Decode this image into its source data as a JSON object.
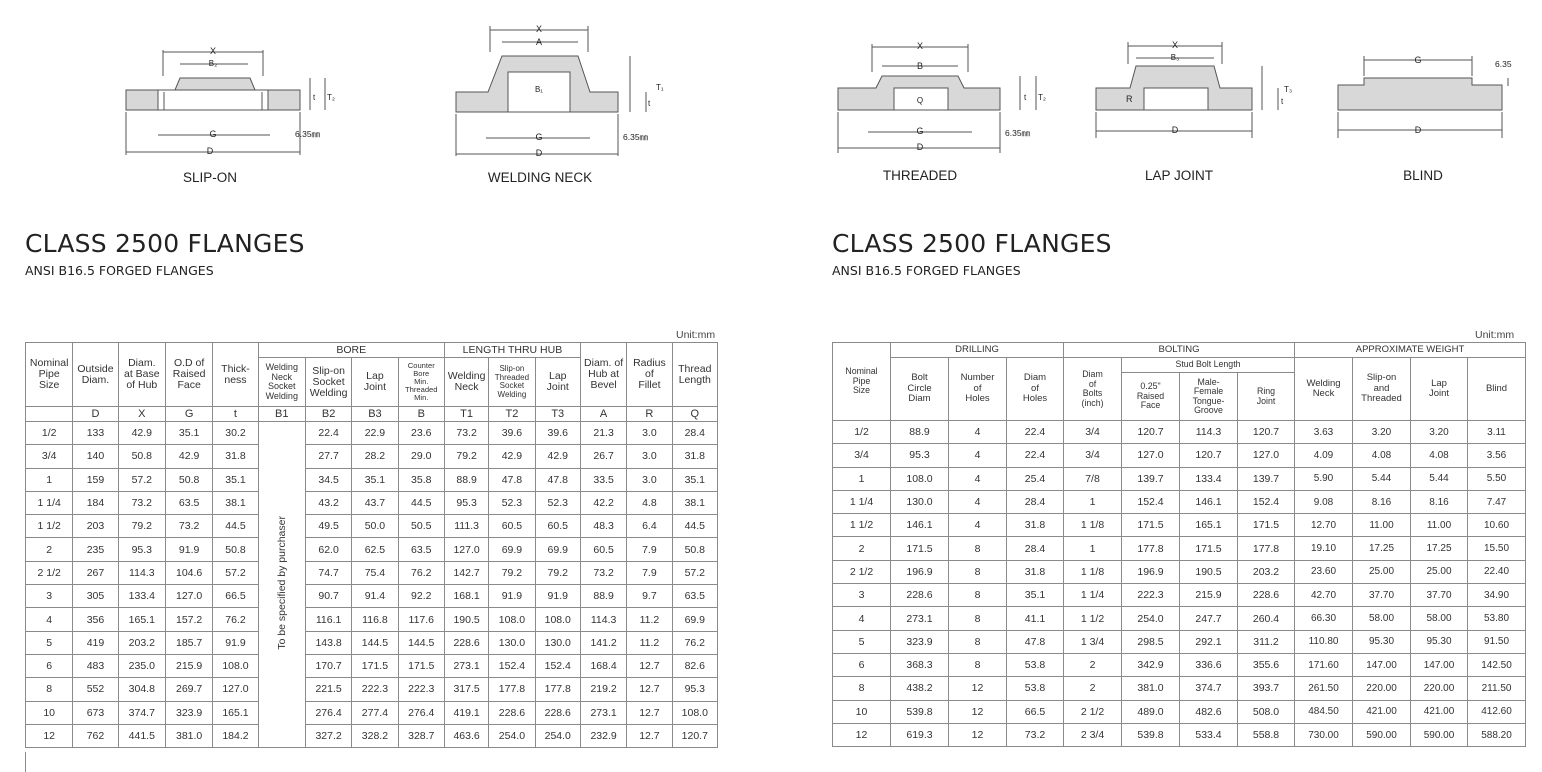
{
  "diagrams": [
    {
      "caption": "SLIP-ON",
      "labels": {
        "x": "X",
        "b": "B₂",
        "t": "t",
        "t2": "T₂",
        "g": "G",
        "d": "D",
        "face": "6.35㎜"
      }
    },
    {
      "caption": "WELDING NECK",
      "labels": {
        "x": "X",
        "a": "A",
        "b": "B₁",
        "t1": "T₁",
        "t": "t",
        "g": "G",
        "d": "D",
        "face": "6.35㎜"
      }
    },
    {
      "caption": "THREADED",
      "labels": {
        "x": "X",
        "b": "B",
        "q": "Q",
        "t": "t",
        "t2": "T₂",
        "g": "G",
        "d": "D",
        "face": "6.35㎜"
      }
    },
    {
      "caption": "LAP JOINT",
      "labels": {
        "x": "X",
        "b": "B₃",
        "r": "R",
        "t": "t",
        "t3": "T₃",
        "d": "D"
      }
    },
    {
      "caption": "BLIND",
      "labels": {
        "g": "G",
        "face": "6.35",
        "d": "D"
      }
    }
  ],
  "left": {
    "title": "CLASS 2500 FLANGES",
    "subtitle": "ANSI B16.5 FORGED FLANGES",
    "unit": "Unit:mm",
    "headers": {
      "nps": "Nominal\nPipe\nSize",
      "od": "Outside\nDiam.",
      "hub": "Diam.\nat Base\nof Hub",
      "rf": "O.D of\nRaised\nFace",
      "thk": "Thick-\nness",
      "bore": "BORE",
      "wn": "Welding\nNeck\nSocket\nWelding",
      "so": "Slip-on\nSocket\nWelding",
      "lap": "Lap\nJoint",
      "cb": "Counter\nBore\nMin.\nThreaded\nMin.",
      "length": "LENGTH THRU HUB",
      "lwn": "Welding\nNeck",
      "lso": "Slip-on\nThreaded\nSocket\nWelding",
      "llap": "Lap\nJoint",
      "bevel": "Diam. of\nHub at\nBevel",
      "fillet": "Radius\nof\nFillet",
      "thread": "Thread\nLength"
    },
    "symbols": [
      "D",
      "X",
      "G",
      "t",
      "B1",
      "B2",
      "B3",
      "B",
      "T1",
      "T2",
      "T3",
      "A",
      "R",
      "Q"
    ],
    "vertical_note": "To be specified by purchaser",
    "rows": [
      [
        "1/2",
        "133",
        "42.9",
        "35.1",
        "30.2",
        "22.4",
        "22.9",
        "23.6",
        "73.2",
        "39.6",
        "39.6",
        "21.3",
        "3.0",
        "28.4"
      ],
      [
        "3/4",
        "140",
        "50.8",
        "42.9",
        "31.8",
        "27.7",
        "28.2",
        "29.0",
        "79.2",
        "42.9",
        "42.9",
        "26.7",
        "3.0",
        "31.8"
      ],
      [
        "1",
        "159",
        "57.2",
        "50.8",
        "35.1",
        "34.5",
        "35.1",
        "35.8",
        "88.9",
        "47.8",
        "47.8",
        "33.5",
        "3.0",
        "35.1"
      ],
      [
        "1 1/4",
        "184",
        "73.2",
        "63.5",
        "38.1",
        "43.2",
        "43.7",
        "44.5",
        "95.3",
        "52.3",
        "52.3",
        "42.2",
        "4.8",
        "38.1"
      ],
      [
        "1 1/2",
        "203",
        "79.2",
        "73.2",
        "44.5",
        "49.5",
        "50.0",
        "50.5",
        "111.3",
        "60.5",
        "60.5",
        "48.3",
        "6.4",
        "44.5"
      ],
      [
        "2",
        "235",
        "95.3",
        "91.9",
        "50.8",
        "62.0",
        "62.5",
        "63.5",
        "127.0",
        "69.9",
        "69.9",
        "60.5",
        "7.9",
        "50.8"
      ],
      [
        "2 1/2",
        "267",
        "114.3",
        "104.6",
        "57.2",
        "74.7",
        "75.4",
        "76.2",
        "142.7",
        "79.2",
        "79.2",
        "73.2",
        "7.9",
        "57.2"
      ],
      [
        "3",
        "305",
        "133.4",
        "127.0",
        "66.5",
        "90.7",
        "91.4",
        "92.2",
        "168.1",
        "91.9",
        "91.9",
        "88.9",
        "9.7",
        "63.5"
      ],
      [
        "4",
        "356",
        "165.1",
        "157.2",
        "76.2",
        "116.1",
        "116.8",
        "117.6",
        "190.5",
        "108.0",
        "108.0",
        "114.3",
        "11.2",
        "69.9"
      ],
      [
        "5",
        "419",
        "203.2",
        "185.7",
        "91.9",
        "143.8",
        "144.5",
        "144.5",
        "228.6",
        "130.0",
        "130.0",
        "141.2",
        "11.2",
        "76.2"
      ],
      [
        "6",
        "483",
        "235.0",
        "215.9",
        "108.0",
        "170.7",
        "171.5",
        "171.5",
        "273.1",
        "152.4",
        "152.4",
        "168.4",
        "12.7",
        "82.6"
      ],
      [
        "8",
        "552",
        "304.8",
        "269.7",
        "127.0",
        "221.5",
        "222.3",
        "222.3",
        "317.5",
        "177.8",
        "177.8",
        "219.2",
        "12.7",
        "95.3"
      ],
      [
        "10",
        "673",
        "374.7",
        "323.9",
        "165.1",
        "276.4",
        "277.4",
        "276.4",
        "419.1",
        "228.6",
        "228.6",
        "273.1",
        "12.7",
        "108.0"
      ],
      [
        "12",
        "762",
        "441.5",
        "381.0",
        "184.2",
        "327.2",
        "328.2",
        "328.7",
        "463.6",
        "254.0",
        "254.0",
        "232.9",
        "12.7",
        "120.7"
      ]
    ]
  },
  "right": {
    "title": "CLASS 2500 FLANGES",
    "subtitle": "ANSI B16.5 FORGED FLANGES",
    "unit": "Unit:mm",
    "headers": {
      "nps": "Nominal\nPipe\nSize",
      "drilling": "DRILLING",
      "bcd": "Bolt\nCircle\nDiam",
      "nholes": "Number\nof\nHoles",
      "dholes": "Diam\nof\nHoles",
      "bolting": "BOLTING",
      "dbolts": "Diam\nof\nBolts\n(inch)",
      "stud": "Stud Bolt Length",
      "raised": "0.25\"\nRaised\nFace",
      "male": "Male-\nFemale\nTongue-\nGroove",
      "ring": "Ring\nJoint",
      "weight": "APPROXIMATE WEIGHT",
      "wwn": "Welding\nNeck",
      "wso": "Slip-on\nand\nThreaded",
      "wlap": "Lap\nJoint",
      "wblind": "Blind"
    },
    "rows": [
      [
        "1/2",
        "88.9",
        "4",
        "22.4",
        "3/4",
        "120.7",
        "114.3",
        "120.7",
        "3.63",
        "3.20",
        "3.20",
        "3.11"
      ],
      [
        "3/4",
        "95.3",
        "4",
        "22.4",
        "3/4",
        "127.0",
        "120.7",
        "127.0",
        "4.09",
        "4.08",
        "4.08",
        "3.56"
      ],
      [
        "1",
        "108.0",
        "4",
        "25.4",
        "7/8",
        "139.7",
        "133.4",
        "139.7",
        "5.90",
        "5.44",
        "5.44",
        "5.50"
      ],
      [
        "1 1/4",
        "130.0",
        "4",
        "28.4",
        "1",
        "152.4",
        "146.1",
        "152.4",
        "9.08",
        "8.16",
        "8.16",
        "7.47"
      ],
      [
        "1 1/2",
        "146.1",
        "4",
        "31.8",
        "1 1/8",
        "171.5",
        "165.1",
        "171.5",
        "12.70",
        "11.00",
        "11.00",
        "10.60"
      ],
      [
        "2",
        "171.5",
        "8",
        "28.4",
        "1",
        "177.8",
        "171.5",
        "177.8",
        "19.10",
        "17.25",
        "17.25",
        "15.50"
      ],
      [
        "2 1/2",
        "196.9",
        "8",
        "31.8",
        "1 1/8",
        "196.9",
        "190.5",
        "203.2",
        "23.60",
        "25.00",
        "25.00",
        "22.40"
      ],
      [
        "3",
        "228.6",
        "8",
        "35.1",
        "1 1/4",
        "222.3",
        "215.9",
        "228.6",
        "42.70",
        "37.70",
        "37.70",
        "34.90"
      ],
      [
        "4",
        "273.1",
        "8",
        "41.1",
        "1 1/2",
        "254.0",
        "247.7",
        "260.4",
        "66.30",
        "58.00",
        "58.00",
        "53.80"
      ],
      [
        "5",
        "323.9",
        "8",
        "47.8",
        "1 3/4",
        "298.5",
        "292.1",
        "311.2",
        "110.80",
        "95.30",
        "95.30",
        "91.50"
      ],
      [
        "6",
        "368.3",
        "8",
        "53.8",
        "2",
        "342.9",
        "336.6",
        "355.6",
        "171.60",
        "147.00",
        "147.00",
        "142.50"
      ],
      [
        "8",
        "438.2",
        "12",
        "53.8",
        "2",
        "381.0",
        "374.7",
        "393.7",
        "261.50",
        "220.00",
        "220.00",
        "211.50"
      ],
      [
        "10",
        "539.8",
        "12",
        "66.5",
        "2 1/2",
        "489.0",
        "482.6",
        "508.0",
        "484.50",
        "421.00",
        "421.00",
        "412.60"
      ],
      [
        "12",
        "619.3",
        "12",
        "73.2",
        "2 3/4",
        "539.8",
        "533.4",
        "558.8",
        "730.00",
        "590.00",
        "590.00",
        "588.20"
      ]
    ]
  }
}
